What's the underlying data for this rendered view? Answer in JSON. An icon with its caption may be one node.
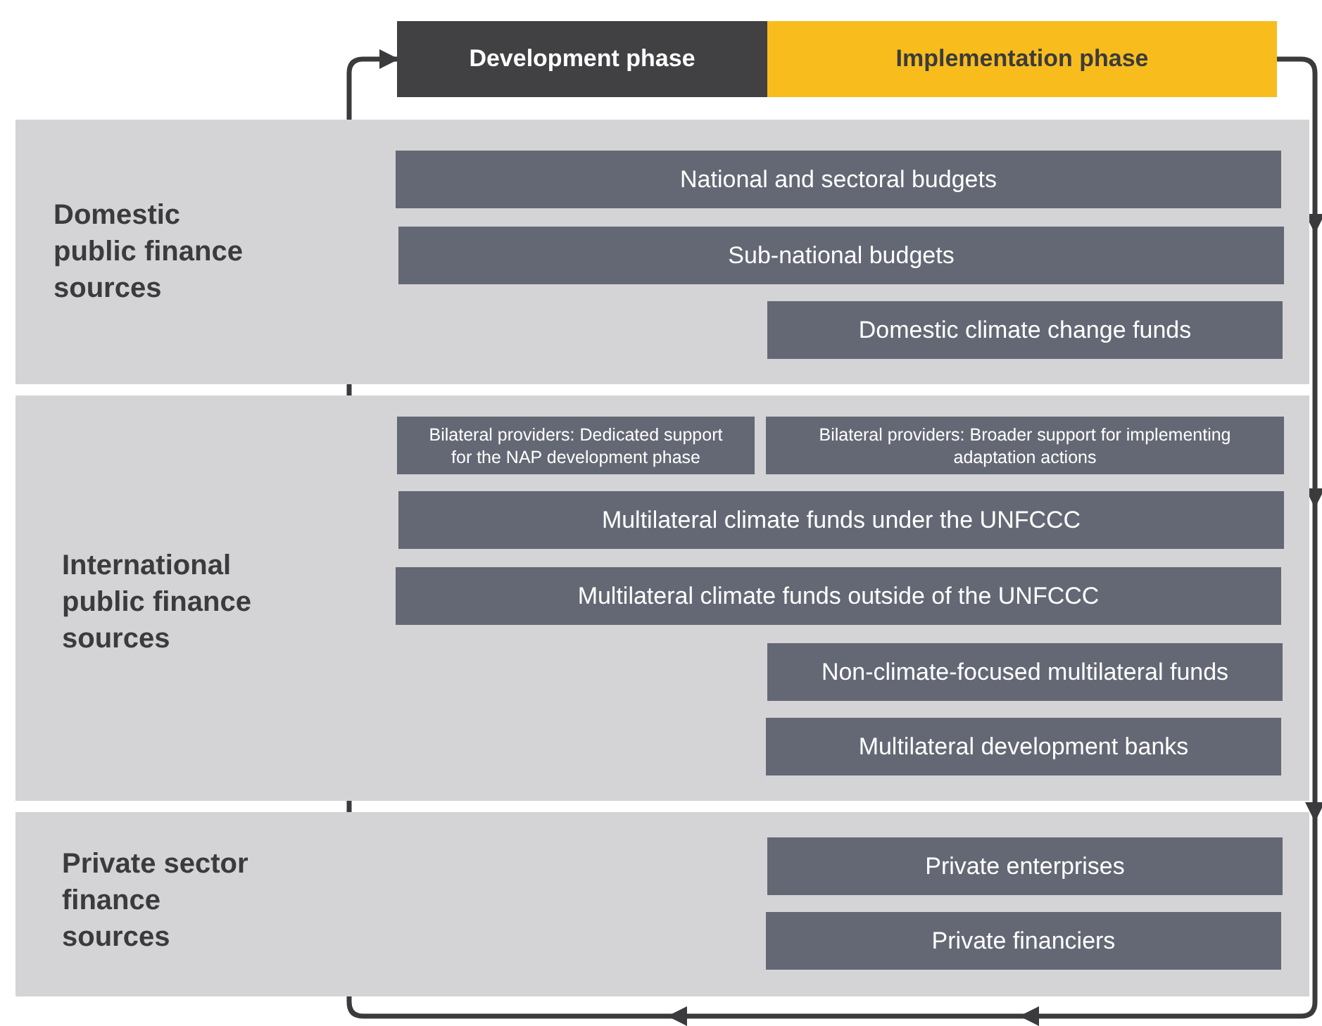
{
  "diagram": {
    "nodes": [
      {
        "text": [
          "Development phase"
        ]
      },
      {
        "text": [
          "Implementation phase"
        ]
      },
      {
        "text": [
          "Domestic public finance sources"
        ]
      },
      {
        "text": [
          "National and sectoral budgets"
        ],
        "in": 2
      },
      {
        "text": [
          "Sub-national budgets"
        ],
        "in": 2
      },
      {
        "text": [
          "Domestic climate change funds"
        ],
        "in": 2
      },
      {
        "text": [
          "International public finance sources"
        ]
      },
      {
        "text": [
          "Bilateral providers: Dedicated support for the NAP development phase"
        ],
        "in": 6
      },
      {
        "text": [
          "Bilateral providers: Broader support for implementing adaptation actions"
        ],
        "in": 6
      },
      {
        "text": [
          "Multilateral climate funds under the UNFCCC"
        ],
        "in": 6
      },
      {
        "text": [
          "Multilateral climate funds outside of the UNFCCC"
        ],
        "in": 6
      },
      {
        "text": [
          "Non-climate-focused multilateral funds"
        ],
        "in": 6
      },
      {
        "text": [
          "Multilateral development banks"
        ],
        "in": 6
      },
      {
        "text": [
          "Private sector finance sources"
        ]
      },
      {
        "text": [
          "Private enterprises"
        ],
        "in": 13
      },
      {
        "text": [
          "Private financiers"
        ],
        "in": 13
      }
    ],
    "edges": [
      {
        "from": 1,
        "to": 0,
        "arrow": "to"
      }
    ]
  }
}
